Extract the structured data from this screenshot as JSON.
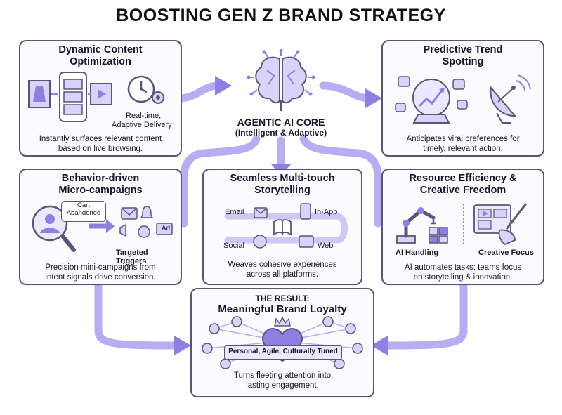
{
  "title": "BOOSTING GEN Z BRAND STRATEGY",
  "colors": {
    "accent": "#8d80e0",
    "accent_light": "#d9d3fa",
    "ink": "#5a5577",
    "flow": "#b7adf2"
  },
  "core": {
    "title": "AGENTIC AI CORE",
    "subtitle": "(Intelligent & Adaptive)",
    "icon": "brain-icon"
  },
  "cards": {
    "dynamic": {
      "title_line1": "Dynamic Content",
      "title_line2": "Optimization",
      "label_line1": "Real-time,",
      "label_line2": "Adaptive Delivery",
      "desc_line1": "Instantly surfaces relevant content",
      "desc_line2": "based on live browsing."
    },
    "predictive": {
      "title_line1": "Predictive Trend",
      "title_line2": "Spotting",
      "desc_line1": "Anticipates viral preferences for",
      "desc_line2": "timely, relevant action."
    },
    "behavior": {
      "title_line1": "Behavior-driven",
      "title_line2": "Micro-campaigns",
      "bubble_line1": "Cart",
      "bubble_line2": "Abandoned",
      "ad_label": "Ad",
      "label": "Targeted Triggers",
      "desc_line1": "Precision mini-campaigns from",
      "desc_line2": "intent signals drive conversion."
    },
    "storytelling": {
      "title_line1": "Seamless Multi-touch",
      "title_line2": "Storytelling",
      "channels": {
        "email": "Email",
        "inapp": "In-App",
        "social": "Social",
        "web": "Web"
      },
      "desc_line1": "Weaves cohesive experiences",
      "desc_line2": "across all platforms."
    },
    "resource": {
      "title_line1": "Resource Efficiency &",
      "title_line2": "Creative Freedom",
      "left_label": "AI Handling",
      "right_label": "Creative Focus",
      "desc_line1": "AI automates tasks; teams focus",
      "desc_line2": "on storytelling & innovation."
    },
    "result": {
      "kicker": "THE RESULT:",
      "title": "Meaningful Brand Loyalty",
      "banner": "Personal, Agile, Culturally Tuned",
      "desc_line1": "Turns fleeting attention into",
      "desc_line2": "lasting engagement."
    }
  }
}
